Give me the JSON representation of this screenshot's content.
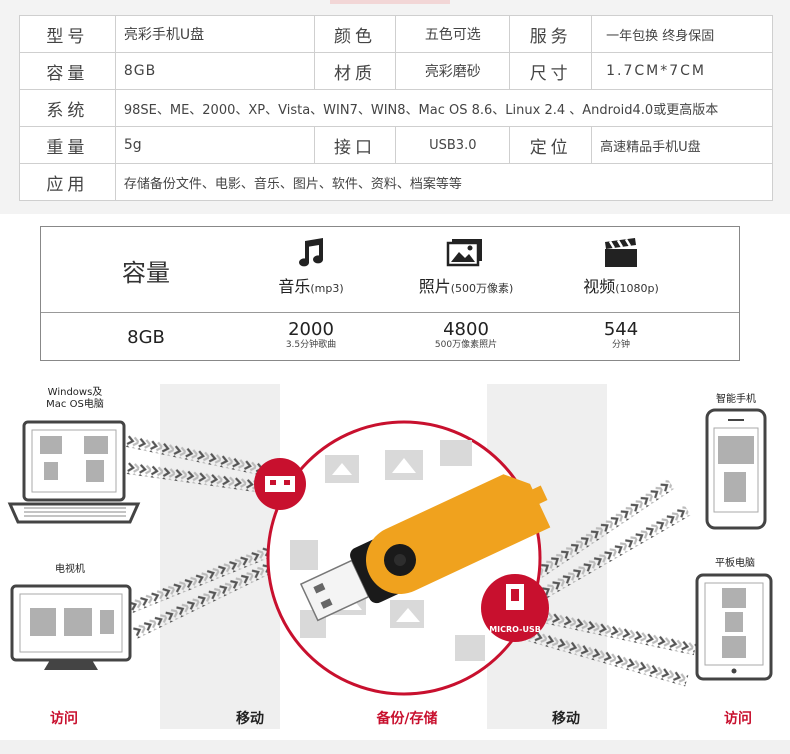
{
  "spec": {
    "rows": [
      [
        {
          "k": "型号"
        },
        {
          "v": "亮彩手机U盘"
        },
        {
          "k": "颜色"
        },
        {
          "v": "五色可选"
        },
        {
          "k": "服务"
        },
        {
          "v": "一年包换 终身保固"
        }
      ],
      [
        {
          "k": "容量"
        },
        {
          "v": "8GB"
        },
        {
          "k": "材质"
        },
        {
          "v": "亮彩磨砂"
        },
        {
          "k": "尺寸"
        },
        {
          "v": "1.7CM*7CM"
        }
      ],
      [
        {
          "k": "系统"
        },
        {
          "v": "98SE、ME、2000、XP、Vista、WIN7、WIN8、Mac OS 8.6、Linux 2.4 、Android4.0或更高版本"
        }
      ],
      [
        {
          "k": "重量"
        },
        {
          "v": "5g"
        },
        {
          "k": "接口"
        },
        {
          "v": "USB3.0"
        },
        {
          "k": "定位"
        },
        {
          "v": "高速精品手机U盘"
        }
      ],
      [
        {
          "k": "应用"
        },
        {
          "v": "存储备份文件、电影、音乐、图片、软件、资料、档案等等"
        }
      ]
    ]
  },
  "capacity": {
    "header": {
      "capacity": "容量",
      "music": "音乐",
      "music_unit": "(mp3)",
      "photo": "照片",
      "photo_unit": "(500万像素)",
      "video": "视频",
      "video_unit": "(1080p)"
    },
    "row": {
      "capacity": "8GB",
      "music": "2000",
      "music_sub": "3.5分钟歌曲",
      "photo": "4800",
      "photo_sub": "500万像素照片",
      "video": "544",
      "video_sub": "分钟"
    }
  },
  "diagram": {
    "pc_label_1": "Windows及",
    "pc_label_2": "Mac OS电脑",
    "tv_label": "电视机",
    "phone_label": "智能手机",
    "tablet_label": "平板电脑",
    "micro_usb": "MICRO-USB",
    "bottom": [
      "访问",
      "移动",
      "备份/存储",
      "移动",
      "访问"
    ],
    "colors": {
      "accent": "#c8102e",
      "usb_body": "#f0a21e",
      "usb_black": "#1a1a1a"
    }
  }
}
